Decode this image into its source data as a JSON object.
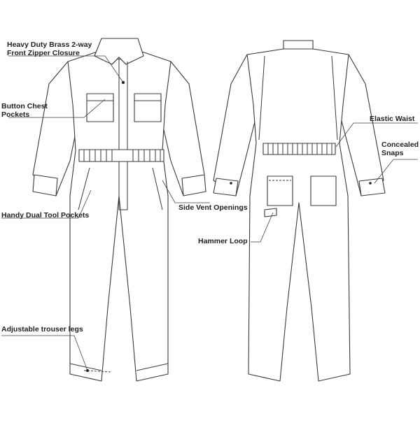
{
  "diagram": {
    "front_view": {
      "callouts": [
        {
          "id": "zipper",
          "text": "Heavy Duty Brass 2-way\nFront Zipper Closure"
        },
        {
          "id": "chest",
          "text": "Button Chest\nPockets"
        },
        {
          "id": "tool",
          "text": "Handy Dual Tool Pockets"
        },
        {
          "id": "vent",
          "text": "Side Vent Openings"
        },
        {
          "id": "legs",
          "text": "Adjustable trouser legs"
        }
      ]
    },
    "back_view": {
      "callouts": [
        {
          "id": "waist",
          "text": "Elastic Waist"
        },
        {
          "id": "snaps",
          "text": "Concealed\nSnaps"
        },
        {
          "id": "hammer",
          "text": "Hammer Loop"
        }
      ]
    },
    "line_color": "#3a3a3a",
    "text_color": "#222222"
  }
}
